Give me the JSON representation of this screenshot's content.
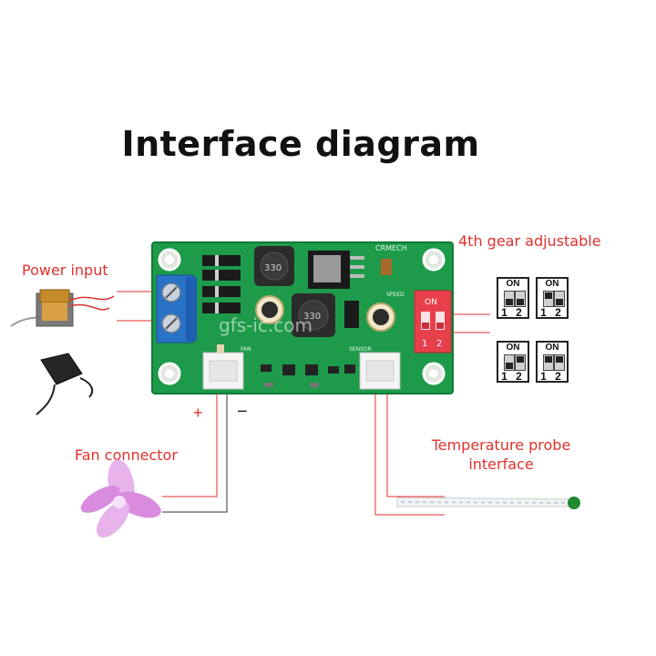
{
  "title": "Interface diagram",
  "labels": {
    "power_input": "Power input",
    "gear": "4th gear adjustable",
    "fan": "Fan connector",
    "temp_line1": "Temperature probe",
    "temp_line2": "interface",
    "plus": "+",
    "minus": "−"
  },
  "watermark": "gfs-ic.com",
  "board": {
    "marking": "CRMECH",
    "silk_fan": "FAN",
    "silk_speed": "SPEED",
    "silk_sensor": "SENSOR",
    "inductor_1": "330",
    "inductor_2": "330",
    "dip_on": "ON",
    "dip_1": "1",
    "dip_2": "2"
  },
  "dip_states": [
    {
      "on": "ON",
      "nums": "1 2",
      "sw1": "down",
      "sw2": "down"
    },
    {
      "on": "ON",
      "nums": "1 2",
      "sw1": "up",
      "sw2": "down"
    },
    {
      "on": "ON",
      "nums": "1 2",
      "sw1": "down",
      "sw2": "up"
    },
    {
      "on": "ON",
      "nums": "1 2",
      "sw1": "up",
      "sw2": "up"
    }
  ],
  "colors": {
    "accent": "#e0322e",
    "pcb": "#1d9a4a",
    "terminal": "#2a72c8",
    "dip_switch": "#e8404a"
  }
}
